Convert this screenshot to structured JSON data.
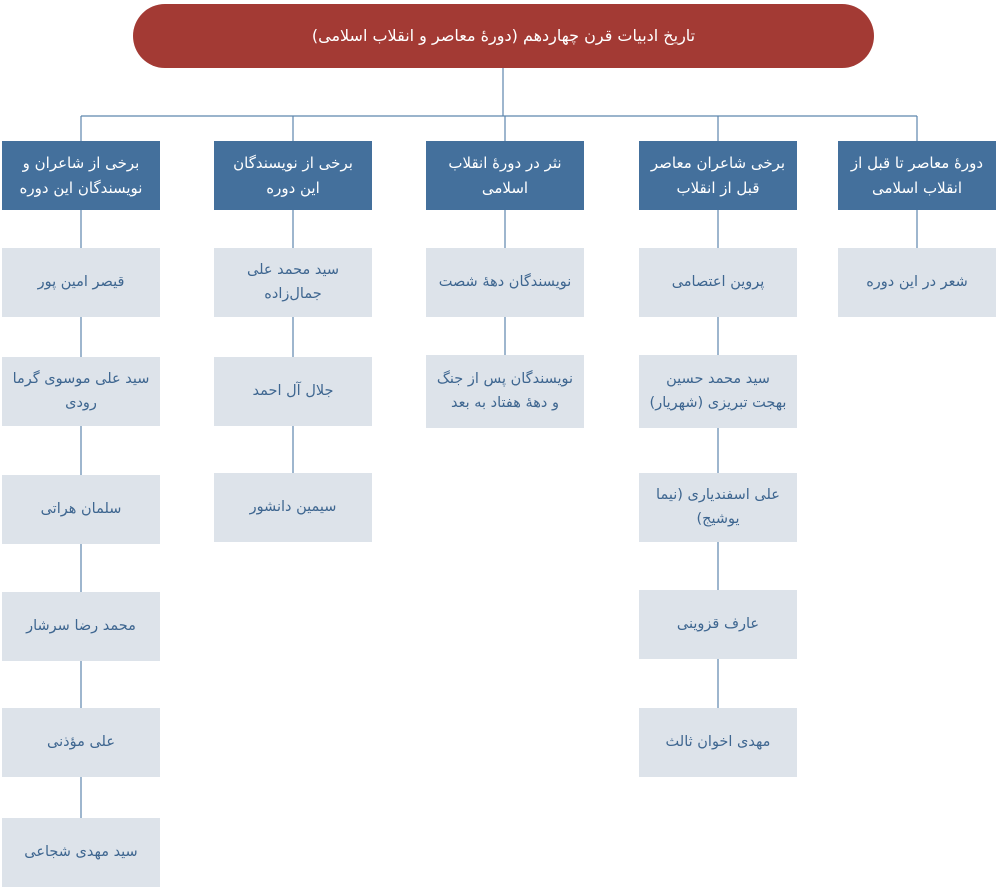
{
  "root": {
    "label": "تاریخ ادبیات قرن چهاردهم (دورهٔ معاصر و انقلاب اسلامی)"
  },
  "columns": [
    {
      "header": "دورهٔ معاصر تا قبل از انقلاب اسلامی",
      "items": [
        "شعر در این دوره"
      ]
    },
    {
      "header": "برخی شاعران معاصر قبل از انقلاب",
      "items": [
        "پروین اعتصامی",
        "سید محمد حسین بهجت تبریزی (شهریار)",
        "علی اسفندیاری (نیما یوشیج)",
        "عارف قزوینی",
        "مهدی اخوان ثالث"
      ]
    },
    {
      "header": "نثر در دورهٔ انقلاب اسلامی",
      "items": [
        "نویسندگان دههٔ شصت",
        "نویسندگان پس از جنگ و دههٔ هفتاد به بعد"
      ]
    },
    {
      "header": "برخی از نویسندگان این دوره",
      "items": [
        "سید محمد علی جمال‌زاده",
        "جلال آل احمد",
        "سیمین دانشور"
      ]
    },
    {
      "header": "برخی از شاعران و نویسندگان این دوره",
      "items": [
        "قیصر امین پور",
        "سید علی موسوی گرما رودی",
        "سلمان هراتی",
        "محمد رضا سرشار",
        "علی مؤذنی",
        "سید مهدی شجاعی"
      ]
    }
  ],
  "colors": {
    "root_fill": "#a33a34",
    "header_fill": "#44709c",
    "item_fill": "#dde3ea",
    "item_text": "#3e6690",
    "connector": "#5d86ad"
  }
}
